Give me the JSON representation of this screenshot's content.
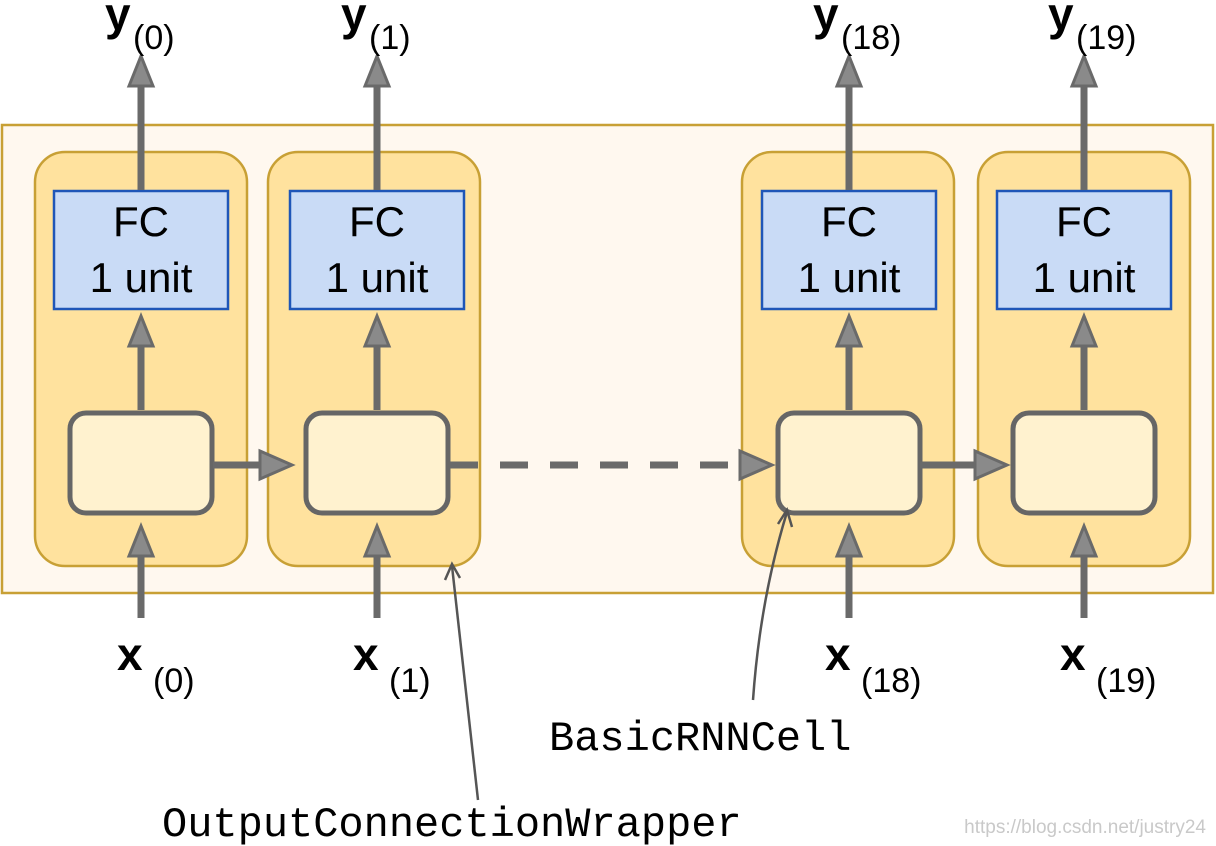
{
  "colors": {
    "wrapper_fill": "#fff8ef",
    "wrapper_stroke": "#c8a035",
    "column_fill": "#ffe29e",
    "column_stroke": "#c8a035",
    "fc_fill": "#c9dbf6",
    "fc_stroke": "#1f56b8",
    "cell_fill": "#fff2cf",
    "cell_stroke": "#666666",
    "arrow": "#6a6a6a",
    "label": "#000000",
    "watermark": "#c9c9c9"
  },
  "fc_block": {
    "line1": "FC",
    "line2": "1 unit"
  },
  "steps": [
    {
      "output_var": "y",
      "output_sub": "(0)",
      "input_var": "x",
      "input_sub": "(0)"
    },
    {
      "output_var": "y",
      "output_sub": "(1)",
      "input_var": "x",
      "input_sub": "(1)"
    },
    {
      "output_var": "y",
      "output_sub": "(18)",
      "input_var": "x",
      "input_sub": "(18)"
    },
    {
      "output_var": "y",
      "output_sub": "(19)",
      "input_var": "x",
      "input_sub": "(19)"
    }
  ],
  "callouts": {
    "basic_cell": "BasicRNNCell",
    "wrapper": "OutputConnectionWrapper"
  },
  "watermark": "https://blog.csdn.net/justry24"
}
